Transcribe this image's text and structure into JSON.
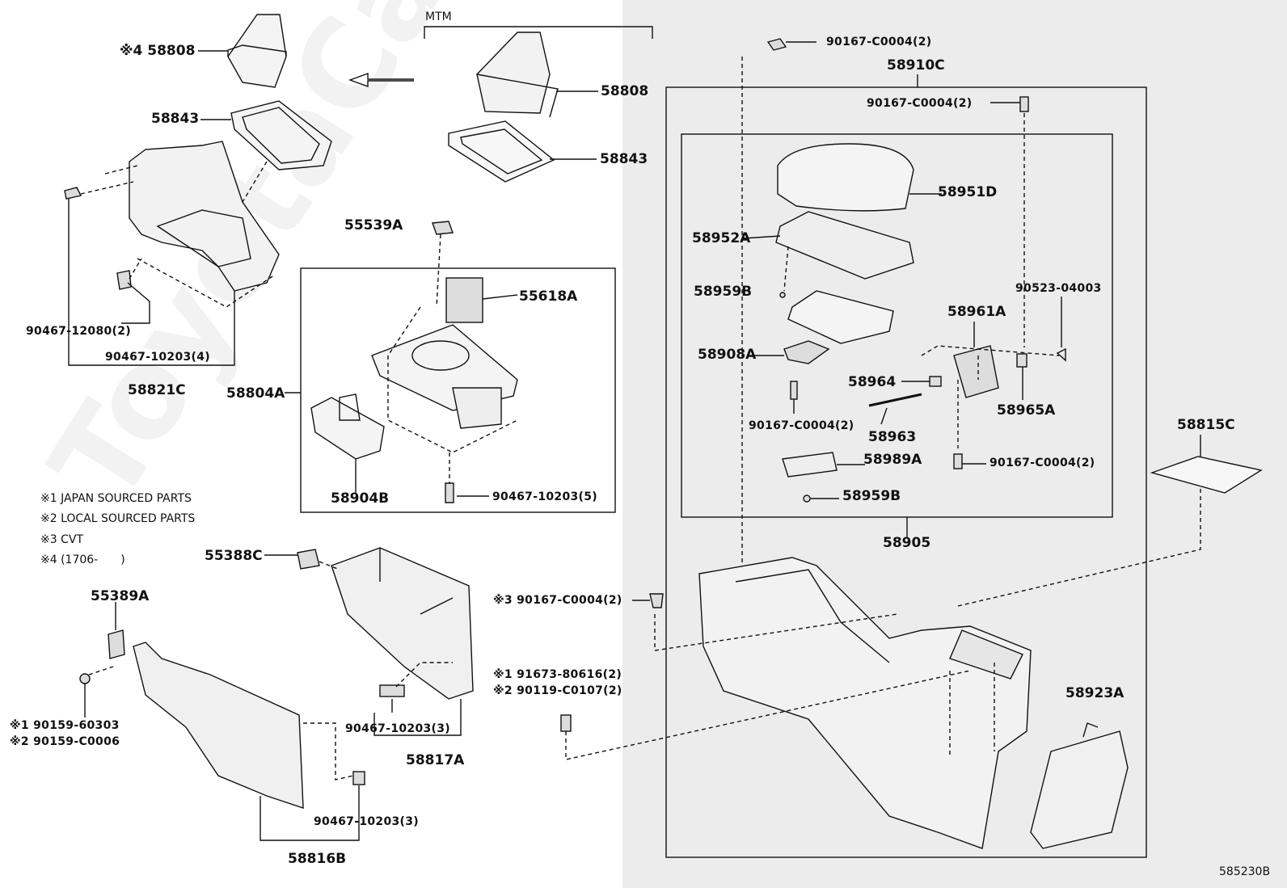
{
  "watermark": "ToyotaCarMine.ru",
  "diagram_code": "585230B",
  "mtm_label": "MTM",
  "notes": [
    "※1 JAPAN SOURCED PARTS",
    "※2 LOCAL SOURCED PARTS",
    "※3 CVT",
    "※4 (1706-　　)"
  ],
  "parts": {
    "p58808_top": "※4 58808",
    "p58843_left": "58843",
    "p58808_right": "58808",
    "p58843_right": "58843",
    "p55539A": "55539A",
    "p55618A": "55618A",
    "p90467_12080": "90467-12080(2)",
    "p90467_10203_4": "90467-10203(4)",
    "p58821C": "58821C",
    "p58804A": "58804A",
    "p58904B": "58904B",
    "p90467_10203_5": "90467-10203(5)",
    "p55388C": "55388C",
    "p55389A": "55389A",
    "p90159_60303": "※1 90159-60303",
    "p90159_C0006": "※2 90159-C0006",
    "p90467_10203_3a": "90467-10203(3)",
    "p58817A": "58817A",
    "p90467_10203_3b": "90467-10203(3)",
    "p58816B": "58816B",
    "p90167_cvt": "※3 90167-C0004(2)",
    "p91673": "※1 91673-80616(2)",
    "p90119": "※2 90119-C0107(2)",
    "p90167_top": "90167-C0004(2)",
    "p58910C": "58910C",
    "p90167_inner": "90167-C0004(2)",
    "p58951D": "58951D",
    "p58952A": "58952A",
    "p58959B_a": "58959B",
    "p90523": "90523-04003",
    "p58961A": "58961A",
    "p58908A": "58908A",
    "p58964": "58964",
    "p58965A": "58965A",
    "p90167_lower": "90167-C0004(2)",
    "p58963": "58963",
    "p90167_right": "90167-C0004(2)",
    "p58989A": "58989A",
    "p58959B_b": "58959B",
    "p58905": "58905",
    "p58815C": "58815C",
    "p58923A": "58923A"
  }
}
